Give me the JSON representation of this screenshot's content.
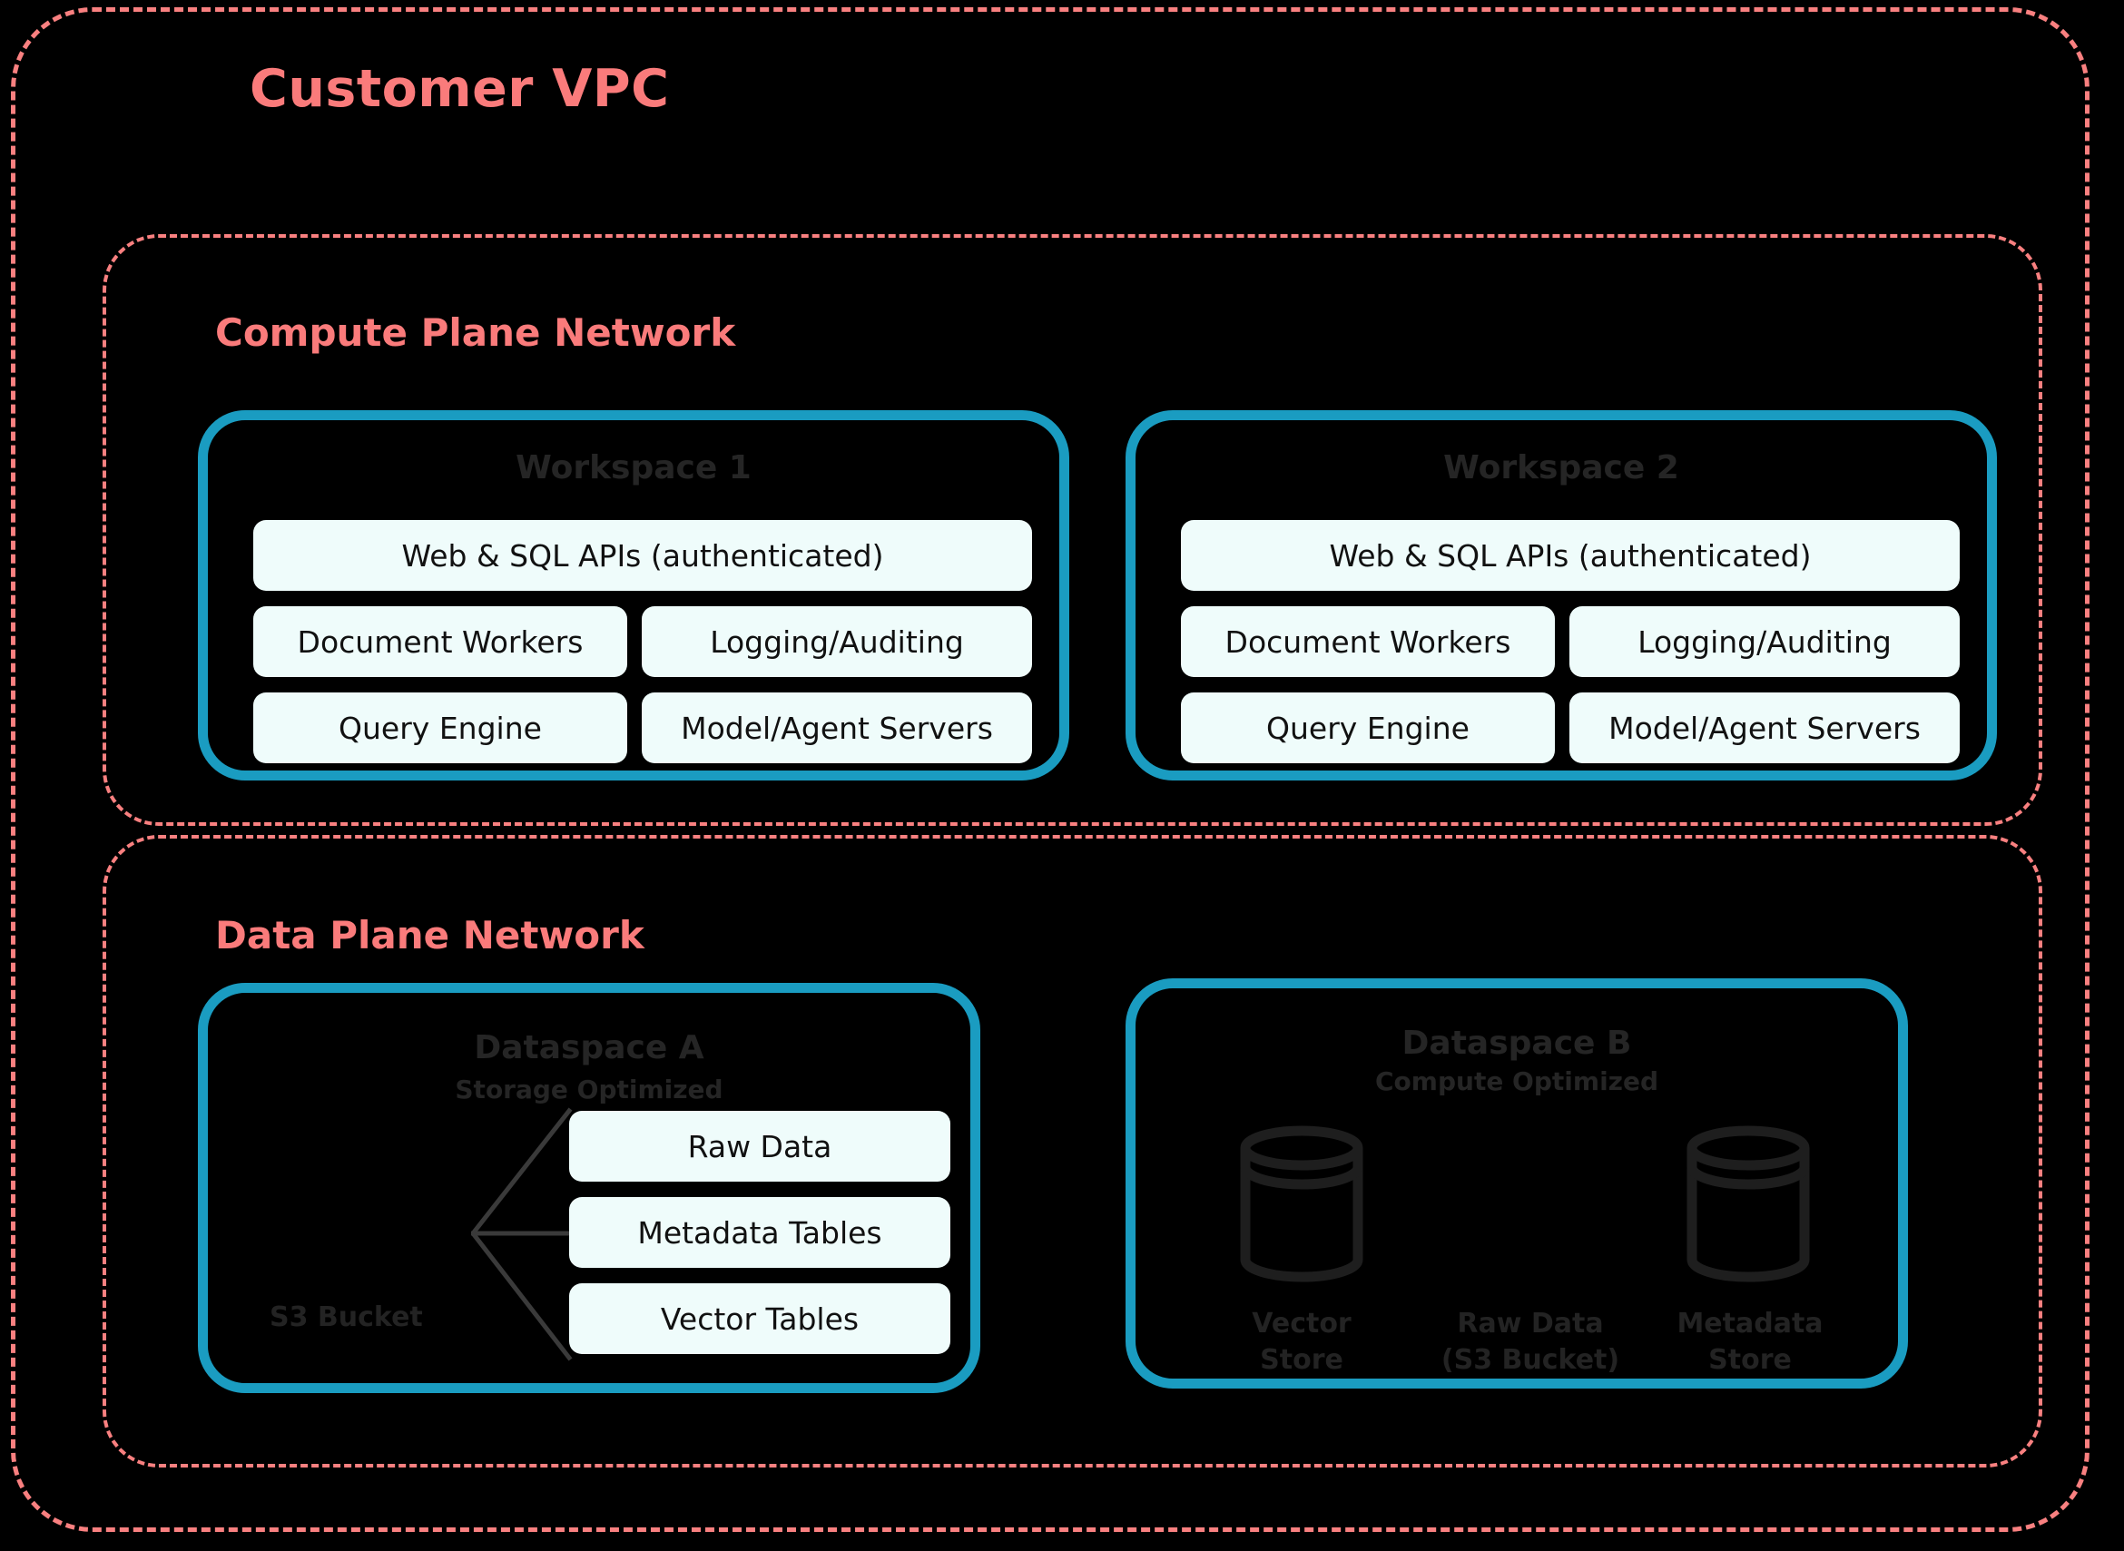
{
  "colors": {
    "background": "#000000",
    "vpc_border": "#F98080",
    "vpc_title": "#FA7B7B",
    "card_border": "#1A9CC1",
    "service_box_fill": "#EFFCFB",
    "service_box_text": "#111111",
    "muted_heading": "#252525",
    "connector": "#3A3A3A"
  },
  "vpc": {
    "title": "Customer VPC"
  },
  "planes": [
    {
      "id": "compute-plane",
      "title": "Compute Plane Network",
      "cards": [
        {
          "id": "workspace-1",
          "title": "Workspace 1",
          "subtitle": "",
          "services": {
            "wide": "Web & SQL APIs (authenticated)",
            "row2_left": "Document Workers",
            "row2_right": "Logging/Auditing",
            "row3_left": "Query Engine",
            "row3_right": "Model/Agent Servers"
          }
        },
        {
          "id": "workspace-2",
          "title": "Workspace 2",
          "subtitle": "",
          "services": {
            "wide": "Web & SQL APIs (authenticated)",
            "row2_left": "Document Workers",
            "row2_right": "Logging/Auditing",
            "row3_left": "Query Engine",
            "row3_right": "Model/Agent Servers"
          }
        }
      ]
    },
    {
      "id": "data-plane",
      "title": "Data Plane Network",
      "cards": [
        {
          "id": "dataspace-a",
          "title": "Dataspace A",
          "subtitle": "Storage Optimized",
          "footnote": "S3 Bucket",
          "items": [
            "Raw Data",
            "Metadata Tables",
            "Vector Tables"
          ]
        },
        {
          "id": "dataspace-b",
          "title": "Dataspace B",
          "subtitle": "Compute Optimized",
          "stores": [
            {
              "icon": "database-cylinder-icon",
              "label": "Vector\nStore"
            },
            {
              "icon": "none",
              "label": "Raw Data\n(S3 Bucket)"
            },
            {
              "icon": "database-cylinder-icon",
              "label": "Metadata\nStore"
            }
          ],
          "store_labels": [
            "Vector Store",
            "Raw Data (S3 Bucket)",
            "Metadata Store"
          ],
          "store_label_line1": [
            "Vector",
            "Raw Data",
            "Metadata"
          ],
          "store_label_line2": [
            "Store",
            "(S3 Bucket)",
            "Store"
          ]
        }
      ]
    }
  ]
}
